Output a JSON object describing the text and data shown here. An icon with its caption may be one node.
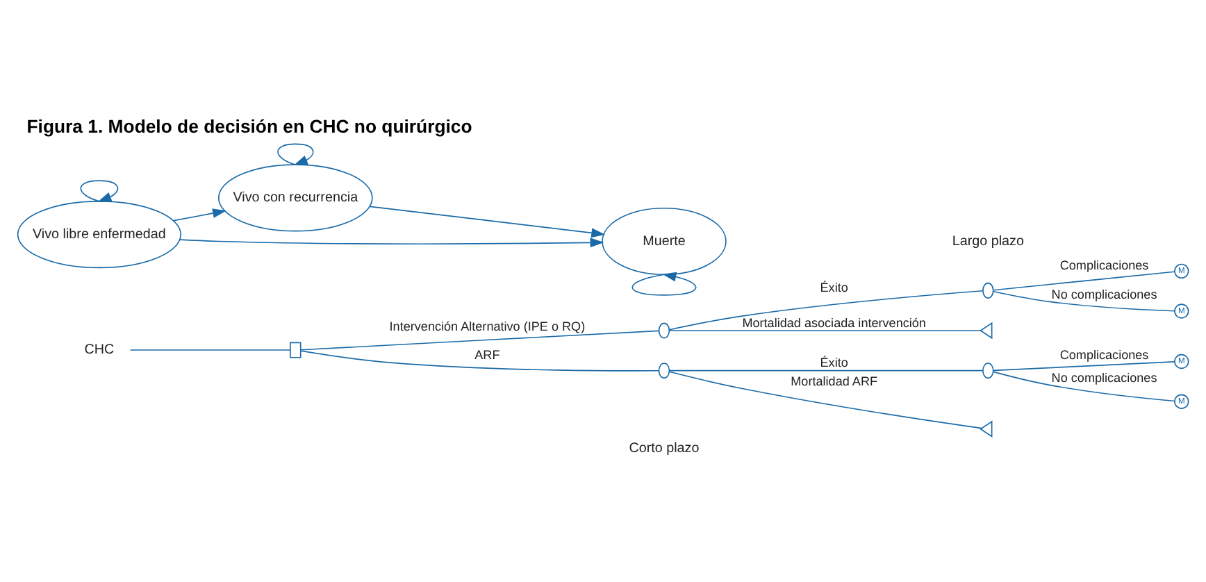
{
  "diagram": {
    "title": "Figura 1. Modelo de decisión en CHC no quirúrgico",
    "nodes": [
      {
        "text": [
          "CHC"
        ]
      },
      {
        "text": [],
        "shape": "box"
      },
      {
        "text": [],
        "shape": "circle"
      },
      {
        "text": [],
        "shape": "circle"
      },
      {
        "text": [
          "M"
        ]
      },
      {
        "text": [
          "M"
        ]
      },
      {
        "text": [],
        "shape": "triangle"
      },
      {
        "text": [],
        "shape": "circle"
      },
      {
        "text": [],
        "shape": "circle"
      },
      {
        "text": [
          "M"
        ]
      },
      {
        "text": [
          "M"
        ]
      },
      {
        "text": [],
        "shape": "triangle"
      },
      {
        "text": [
          "Vivo libre enfermedad"
        ]
      },
      {
        "text": [
          "Vivo con recurrencia"
        ]
      },
      {
        "text": [
          "Muerte"
        ]
      }
    ],
    "edges": [
      {
        "from": 0,
        "to": 1,
        "arrow": "none"
      },
      {
        "from": 1,
        "to": 2,
        "arrow": "none",
        "label": "Intervención Alternativo (IPE o RQ)"
      },
      {
        "from": 1,
        "to": 7,
        "arrow": "none",
        "label": "ARF"
      },
      {
        "from": 2,
        "to": 3,
        "arrow": "none",
        "label": "Éxito"
      },
      {
        "from": 2,
        "to": 6,
        "arrow": "none",
        "label": "Mortalidad asociada intervención"
      },
      {
        "from": 3,
        "to": 4,
        "arrow": "none",
        "label": "Complicaciones"
      },
      {
        "from": 3,
        "to": 5,
        "arrow": "none",
        "label": "No complicaciones"
      },
      {
        "from": 7,
        "to": 8,
        "arrow": "none",
        "label": "Éxito"
      },
      {
        "from": 7,
        "to": 11,
        "arrow": "none",
        "label": "Mortalidad ARF"
      },
      {
        "from": 8,
        "to": 9,
        "arrow": "none",
        "label": "Complicaciones"
      },
      {
        "from": 8,
        "to": 10,
        "arrow": "none",
        "label": "No complicaciones"
      },
      {
        "from": 12,
        "to": 12,
        "arrow": "to"
      },
      {
        "from": 12,
        "to": 13,
        "arrow": "to"
      },
      {
        "from": 13,
        "to": 13,
        "arrow": "to"
      },
      {
        "from": 12,
        "to": 14,
        "arrow": "to"
      },
      {
        "from": 13,
        "to": 14,
        "arrow": "to"
      },
      {
        "from": 14,
        "to": 14,
        "arrow": "to"
      }
    ],
    "labels": [
      "Corto plazo",
      "Largo plazo"
    ]
  }
}
